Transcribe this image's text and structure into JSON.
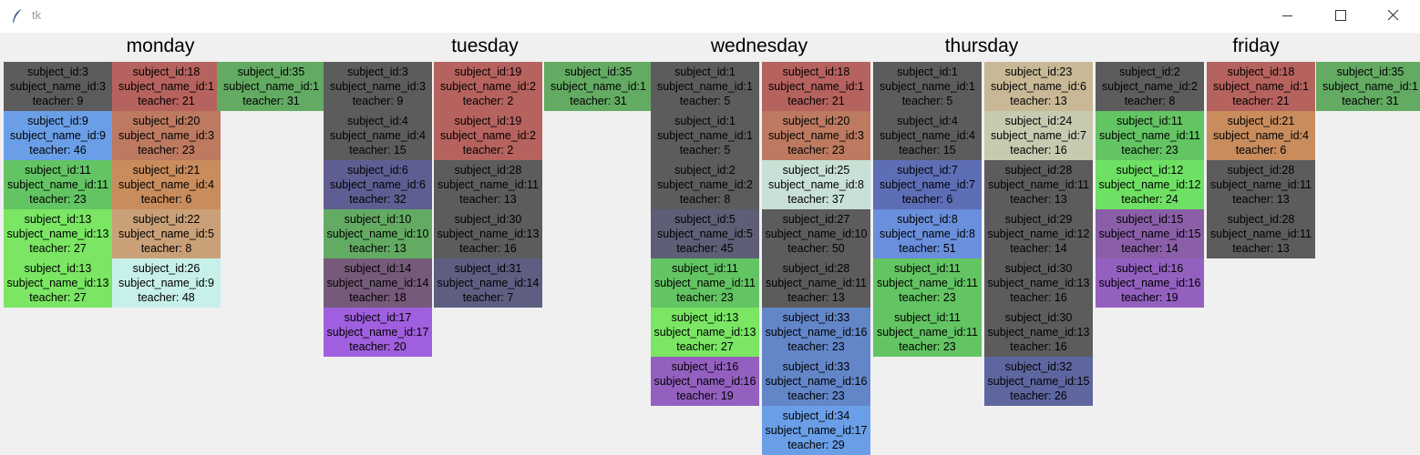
{
  "window": {
    "title": "tk",
    "icon": "feather-icon"
  },
  "controls": {
    "minimize": "minimize-icon",
    "maximize": "maximize-icon",
    "close": "close-icon"
  },
  "labels": {
    "subject": "subject_id:",
    "subject_name": "subject_name_id:",
    "teacher": "teacher: "
  },
  "days": [
    {
      "name": "monday",
      "columns": [
        [
          {
            "s": 3,
            "n": 3,
            "t": 9,
            "c": "#5c5c5c"
          },
          {
            "s": 9,
            "n": 9,
            "t": 46,
            "c": "#6a9fe8"
          },
          {
            "s": 11,
            "n": 11,
            "t": 23,
            "c": "#63c463"
          },
          {
            "s": 13,
            "n": 13,
            "t": 27,
            "c": "#7ae663"
          },
          {
            "s": 13,
            "n": 13,
            "t": 27,
            "c": "#7ae663"
          }
        ],
        [
          {
            "s": 18,
            "n": 1,
            "t": 21,
            "c": "#b6625e"
          },
          {
            "s": 20,
            "n": 3,
            "t": 23,
            "c": "#bd7a60"
          },
          {
            "s": 21,
            "n": 4,
            "t": 6,
            "c": "#c98c5c"
          },
          {
            "s": 22,
            "n": 5,
            "t": 8,
            "c": "#c9a078"
          },
          {
            "s": 26,
            "n": 9,
            "t": 48,
            "c": "#c8f0ea"
          }
        ],
        [
          {
            "s": 35,
            "n": 1,
            "t": 31,
            "c": "#63ab63"
          }
        ]
      ]
    },
    {
      "name": "tuesday",
      "columns": [
        [
          {
            "s": 3,
            "n": 3,
            "t": 9,
            "c": "#5c5c5c"
          },
          {
            "s": 4,
            "n": 4,
            "t": 15,
            "c": "#5c5c5c"
          },
          {
            "s": 6,
            "n": 6,
            "t": 32,
            "c": "#5e5e93"
          },
          {
            "s": 10,
            "n": 10,
            "t": 13,
            "c": "#63ab63"
          },
          {
            "s": 14,
            "n": 14,
            "t": 18,
            "c": "#765a79"
          },
          {
            "s": 17,
            "n": 17,
            "t": 20,
            "c": "#a05fde"
          }
        ],
        [
          {
            "s": 19,
            "n": 2,
            "t": 2,
            "c": "#b6625e"
          },
          {
            "s": 19,
            "n": 2,
            "t": 2,
            "c": "#b6625e"
          },
          {
            "s": 28,
            "n": 11,
            "t": 13,
            "c": "#5c5c5c"
          },
          {
            "s": 30,
            "n": 13,
            "t": 16,
            "c": "#5c5c5c"
          },
          {
            "s": 31,
            "n": 14,
            "t": 7,
            "c": "#5e5e82"
          }
        ],
        [
          {
            "s": 35,
            "n": 1,
            "t": 31,
            "c": "#63ab63"
          }
        ]
      ]
    },
    {
      "name": "wednesday",
      "columns": [
        [
          {
            "s": 1,
            "n": 1,
            "t": 5,
            "c": "#5c5c5c"
          },
          {
            "s": 1,
            "n": 1,
            "t": 5,
            "c": "#5c5c5c"
          },
          {
            "s": 2,
            "n": 2,
            "t": 8,
            "c": "#5c5c5c"
          },
          {
            "s": 5,
            "n": 5,
            "t": 45,
            "c": "#5e5e76"
          },
          {
            "s": 11,
            "n": 11,
            "t": 23,
            "c": "#63c463"
          },
          {
            "s": 13,
            "n": 13,
            "t": 27,
            "c": "#7ae663"
          },
          {
            "s": 16,
            "n": 16,
            "t": 19,
            "c": "#9460c0"
          }
        ],
        [
          {
            "s": 18,
            "n": 1,
            "t": 21,
            "c": "#b6625e"
          },
          {
            "s": 20,
            "n": 3,
            "t": 23,
            "c": "#bd7a60"
          },
          {
            "s": 25,
            "n": 8,
            "t": 37,
            "c": "#c8e0d6"
          },
          {
            "s": 27,
            "n": 10,
            "t": 50,
            "c": "#5c5c5c"
          },
          {
            "s": 28,
            "n": 11,
            "t": 13,
            "c": "#5c5c5c"
          },
          {
            "s": 33,
            "n": 16,
            "t": 23,
            "c": "#6386c9"
          },
          {
            "s": 33,
            "n": 16,
            "t": 23,
            "c": "#6386c9"
          },
          {
            "s": 34,
            "n": 17,
            "t": 29,
            "c": "#6a9fe8"
          }
        ]
      ]
    },
    {
      "name": "thursday",
      "columns": [
        [
          {
            "s": 1,
            "n": 1,
            "t": 5,
            "c": "#5c5c5c"
          },
          {
            "s": 4,
            "n": 4,
            "t": 15,
            "c": "#5c5c5c"
          },
          {
            "s": 7,
            "n": 7,
            "t": 6,
            "c": "#5e6eb6"
          },
          {
            "s": 8,
            "n": 8,
            "t": 51,
            "c": "#6a8fdc"
          },
          {
            "s": 11,
            "n": 11,
            "t": 23,
            "c": "#63c463"
          },
          {
            "s": 11,
            "n": 11,
            "t": 23,
            "c": "#63c463"
          }
        ],
        [
          {
            "s": 23,
            "n": 6,
            "t": 13,
            "c": "#c8b896"
          },
          {
            "s": 24,
            "n": 7,
            "t": 16,
            "c": "#c8cab0"
          },
          {
            "s": 28,
            "n": 11,
            "t": 13,
            "c": "#5c5c5c"
          },
          {
            "s": 29,
            "n": 12,
            "t": 14,
            "c": "#5c5c5c"
          },
          {
            "s": 30,
            "n": 13,
            "t": 16,
            "c": "#5c5c5c"
          },
          {
            "s": 30,
            "n": 13,
            "t": 16,
            "c": "#5c5c5c"
          },
          {
            "s": 32,
            "n": 15,
            "t": 26,
            "c": "#5e66a0"
          }
        ]
      ]
    },
    {
      "name": "friday",
      "columns": [
        [
          {
            "s": 2,
            "n": 2,
            "t": 8,
            "c": "#5c5c5c"
          },
          {
            "s": 11,
            "n": 11,
            "t": 23,
            "c": "#63c463"
          },
          {
            "s": 12,
            "n": 12,
            "t": 24,
            "c": "#6ee063"
          },
          {
            "s": 15,
            "n": 15,
            "t": 14,
            "c": "#8a5fa8"
          },
          {
            "s": 16,
            "n": 16,
            "t": 19,
            "c": "#9460c0"
          }
        ],
        [
          {
            "s": 18,
            "n": 1,
            "t": 21,
            "c": "#b6625e"
          },
          {
            "s": 21,
            "n": 4,
            "t": 6,
            "c": "#c98c5c"
          },
          {
            "s": 28,
            "n": 11,
            "t": 13,
            "c": "#5c5c5c"
          },
          {
            "s": 28,
            "n": 11,
            "t": 13,
            "c": "#5c5c5c"
          }
        ],
        [
          {
            "s": 35,
            "n": 1,
            "t": 31,
            "c": "#63ab63"
          }
        ]
      ]
    }
  ]
}
